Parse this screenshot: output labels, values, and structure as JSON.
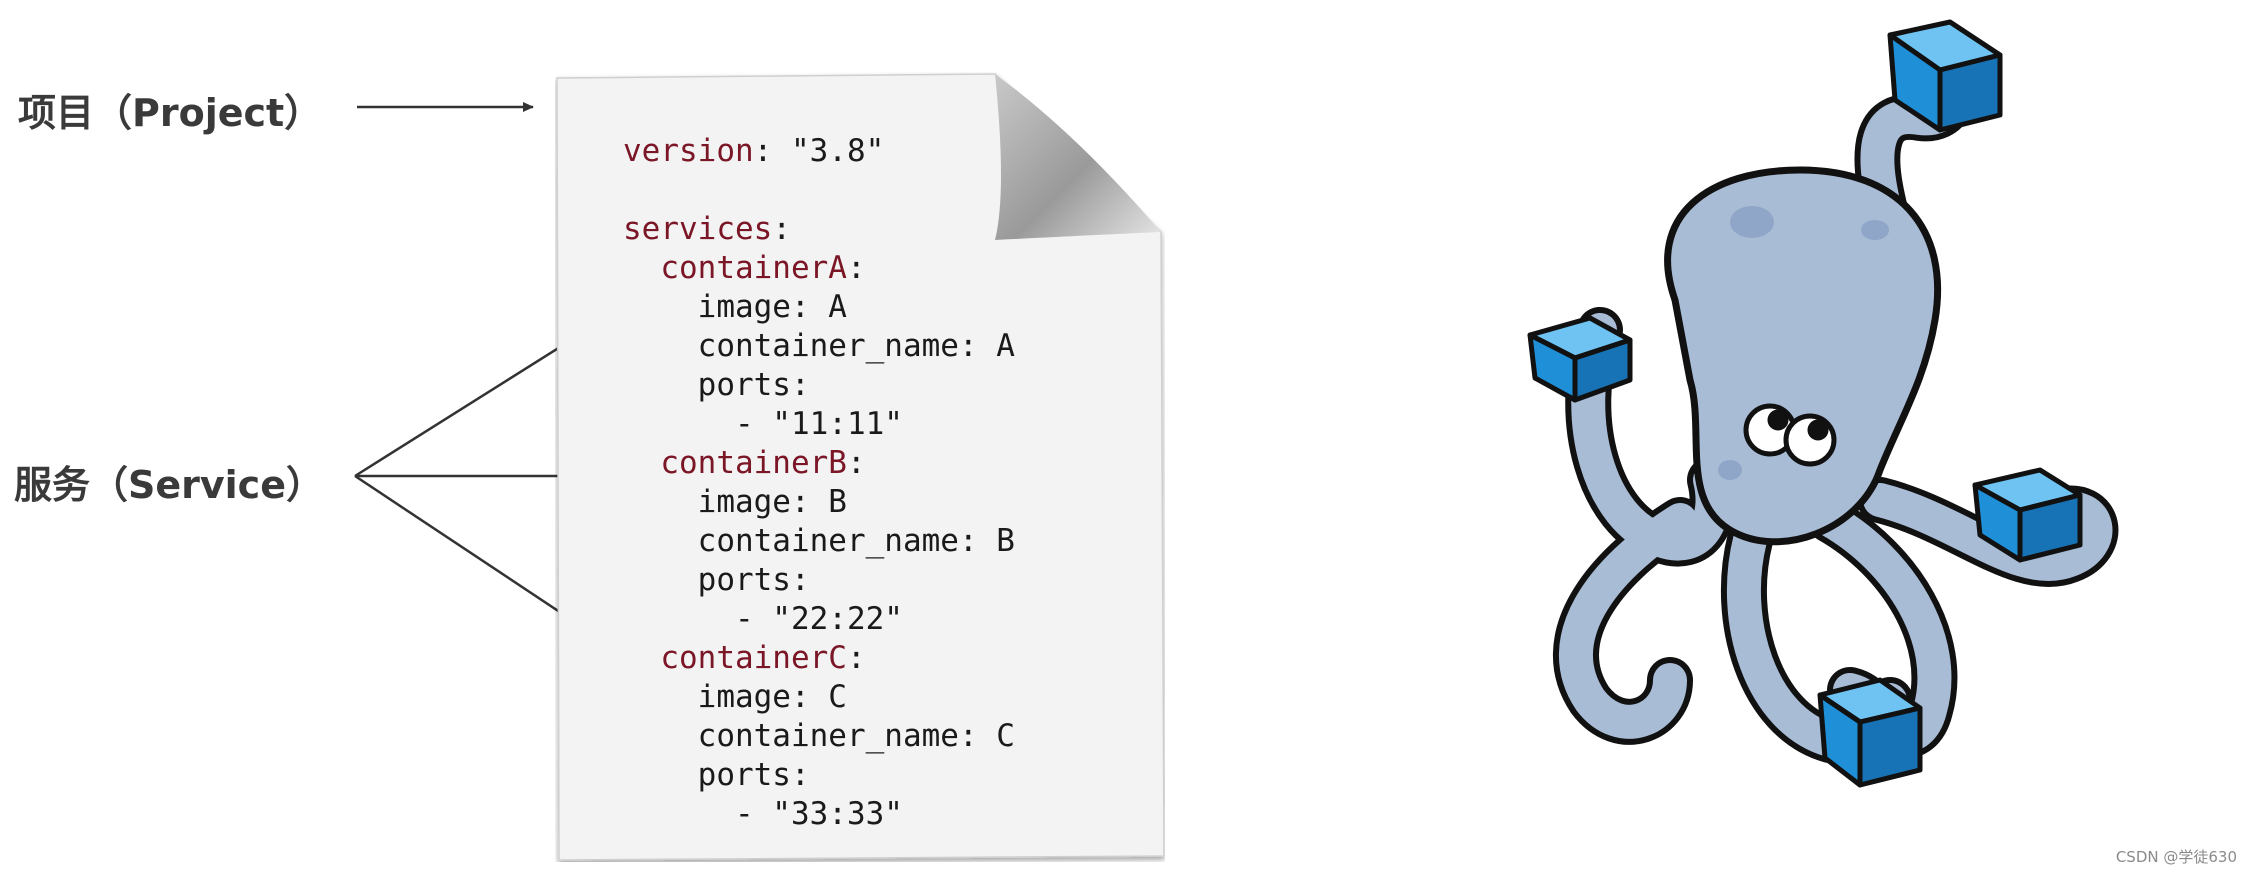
{
  "labels": {
    "project": "项目（Project）",
    "service": "服务（Service）"
  },
  "compose_file": {
    "lines": [
      {
        "key": "version",
        "rest": ": \"3.8\"",
        "indent": 0
      },
      {
        "key": "",
        "rest": "",
        "indent": 0
      },
      {
        "key": "services",
        "rest": ":",
        "indent": 0
      },
      {
        "key": "containerA",
        "rest": ":",
        "indent": 1
      },
      {
        "key": "",
        "rest": "image: A",
        "indent": 2
      },
      {
        "key": "",
        "rest": "container_name: A",
        "indent": 2
      },
      {
        "key": "",
        "rest": "ports:",
        "indent": 2
      },
      {
        "key": "",
        "rest": "- \"11:11\"",
        "indent": 3
      },
      {
        "key": "containerB",
        "rest": ":",
        "indent": 1
      },
      {
        "key": "",
        "rest": "image: B",
        "indent": 2
      },
      {
        "key": "",
        "rest": "container_name: B",
        "indent": 2
      },
      {
        "key": "",
        "rest": "ports:",
        "indent": 2
      },
      {
        "key": "",
        "rest": "- \"22:22\"",
        "indent": 3
      },
      {
        "key": "containerC",
        "rest": ":",
        "indent": 1
      },
      {
        "key": "",
        "rest": "image: C",
        "indent": 2
      },
      {
        "key": "",
        "rest": "container_name: C",
        "indent": 2
      },
      {
        "key": "",
        "rest": "ports:",
        "indent": 2
      },
      {
        "key": "",
        "rest": "- \"33:33\"",
        "indent": 3
      }
    ]
  },
  "watermark": "CSDN @学徒630",
  "colors": {
    "key": "#7a1626",
    "text": "#1a1a1a",
    "paper": "#f3f3f3",
    "box": "#1f8fd8",
    "octopus": "#a9bcd6"
  }
}
